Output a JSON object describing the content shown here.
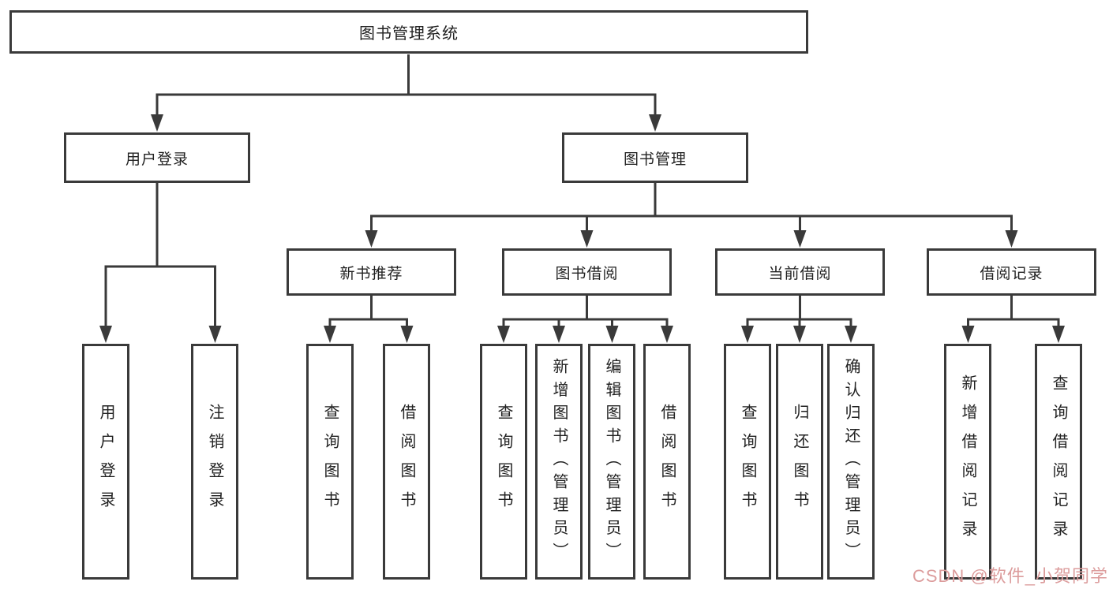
{
  "diagram": {
    "title": "图书管理系统",
    "root": {
      "label": "图书管理系统"
    },
    "level2": [
      {
        "label": "用户登录"
      },
      {
        "label": "图书管理"
      }
    ],
    "level3": [
      {
        "label": "新书推荐"
      },
      {
        "label": "图书借阅"
      },
      {
        "label": "当前借阅"
      },
      {
        "label": "借阅记录"
      }
    ],
    "leaves": {
      "login": [
        {
          "label": "用户登录"
        },
        {
          "label": "注销登录"
        }
      ],
      "recommend": [
        {
          "label": "查询图书"
        },
        {
          "label": "借阅图书"
        }
      ],
      "borrow": [
        {
          "label": "查询图书"
        },
        {
          "label": "新增图书（管理员）"
        },
        {
          "label": "编辑图书（管理员）"
        },
        {
          "label": "借阅图书"
        }
      ],
      "current": [
        {
          "label": "查询图书"
        },
        {
          "label": "归还图书"
        },
        {
          "label": "确认归还（管理员）"
        }
      ],
      "records": [
        {
          "label": "新增借阅记录"
        },
        {
          "label": "查询借阅记录"
        }
      ]
    },
    "colors": {
      "line": "#3a3a3a",
      "text": "#222222",
      "watermark": "#dc9c9c",
      "background": "#ffffff"
    },
    "watermark": "CSDN @软件_小贺同学"
  }
}
